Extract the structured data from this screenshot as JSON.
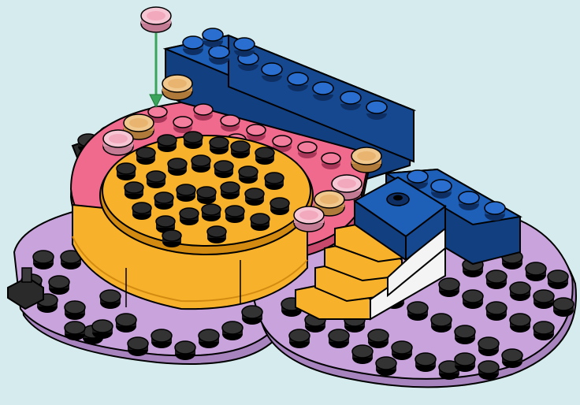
{
  "scene": {
    "kind": "LEGO building instruction step",
    "colors": {
      "background": "#d6ebee",
      "baseplate_lavender": "#c8a3dc",
      "baseplate_lavender_dark": "#a884bf",
      "stud_dark": "#1a1a1a",
      "pink": "#f06a8d",
      "pink_dark": "#c9496d",
      "orange": "#f7b12b",
      "orange_dark": "#d28b10",
      "blue": "#1e5fb7",
      "blue_dark": "#123f80",
      "white": "#f4f4f4",
      "tan_trans": "#e8b46f",
      "pink_trans": "#f2a9bd",
      "black_part": "#2a2a2a",
      "arrow_green": "#3aa45a"
    },
    "callout": {
      "part": "pink-transparent-round-tile-1x1",
      "arrow": "green-down-arrow"
    }
  }
}
